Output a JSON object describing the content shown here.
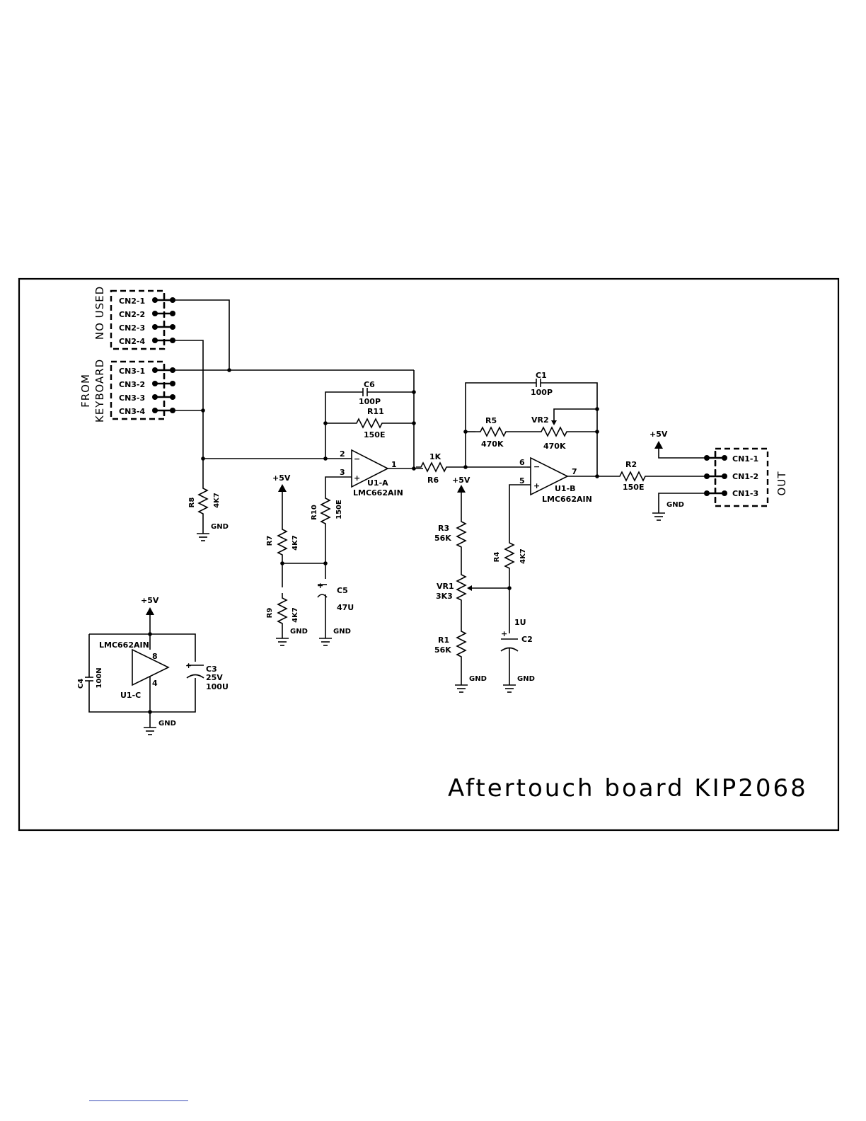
{
  "title": "Aftertouch board KIP2068",
  "groups": {
    "no_used": "NO USED",
    "from_keyboard": [
      "FROM",
      "KEYBOARD"
    ],
    "out": "OUT"
  },
  "connectors": {
    "cn2": [
      "CN2-1",
      "CN2-2",
      "CN2-3",
      "CN2-4"
    ],
    "cn3": [
      "CN3-1",
      "CN3-2",
      "CN3-3",
      "CN3-4"
    ],
    "cn1": [
      "CN1-1",
      "CN1-2",
      "CN1-3"
    ]
  },
  "components": {
    "c6": {
      "ref": "C6",
      "value": "100P"
    },
    "r11": {
      "ref": "R11",
      "value": "150E"
    },
    "c1": {
      "ref": "C1",
      "value": "100P"
    },
    "r5": {
      "ref": "R5",
      "value": "470K"
    },
    "vr2": {
      "ref": "VR2",
      "value": "470K"
    },
    "r6": {
      "ref": "R6",
      "value": "1K"
    },
    "r2": {
      "ref": "R2",
      "value": "150E"
    },
    "r8": {
      "ref": "R8",
      "value": "4K7"
    },
    "r10": {
      "ref": "R10",
      "value": "150E"
    },
    "r7": {
      "ref": "R7",
      "value": "4K7"
    },
    "r9": {
      "ref": "R9",
      "value": "4K7"
    },
    "c5": {
      "ref": "C5",
      "value": "47U"
    },
    "r3": {
      "ref": "R3",
      "value": "56K"
    },
    "vr1": {
      "ref": "VR1",
      "value": "3K3"
    },
    "r1": {
      "ref": "R1",
      "value": "56K"
    },
    "r4": {
      "ref": "R4",
      "value": "4K7"
    },
    "c2": {
      "ref": "C2",
      "value": "1U"
    },
    "c4": {
      "ref": "C4",
      "value": "100N"
    },
    "c3": {
      "ref": "C3",
      "voltage": "25V",
      "value": "100U"
    }
  },
  "opamps": {
    "u1a": {
      "ref": "U1-A",
      "part": "LMC662AIN",
      "pins": {
        "inv": "2",
        "noninv": "3",
        "out": "1"
      }
    },
    "u1b": {
      "ref": "U1-B",
      "part": "LMC662AIN",
      "pins": {
        "inv": "6",
        "noninv": "5",
        "out": "7"
      }
    },
    "u1c": {
      "ref": "U1-C",
      "part": "LMC662AIN",
      "pins": {
        "vplus": "8",
        "vminus": "4"
      }
    }
  },
  "power": {
    "vcc": "+5V",
    "gnd": "GND"
  },
  "signs": {
    "minus": "−",
    "plus": "+"
  }
}
